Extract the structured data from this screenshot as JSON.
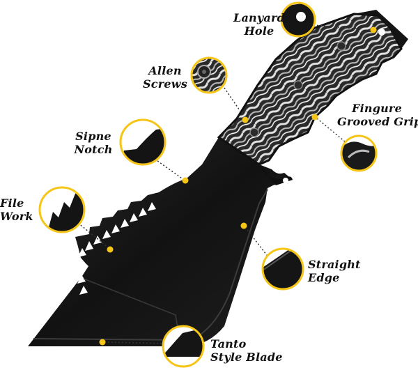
{
  "callouts": [
    {
      "id": "lanyard-hole",
      "lines": [
        "Lanyard",
        "Hole"
      ]
    },
    {
      "id": "allen-screws",
      "lines": [
        "Allen",
        "Screws"
      ]
    },
    {
      "id": "fingure-grooved-grip",
      "lines": [
        "Fingure",
        "Grooved Grip"
      ]
    },
    {
      "id": "sipne-notch",
      "lines": [
        "Sipne",
        "Notch"
      ]
    },
    {
      "id": "file-work",
      "lines": [
        "File",
        "Work"
      ]
    },
    {
      "id": "straight-edge",
      "lines": [
        "Straight",
        "Edge"
      ]
    },
    {
      "id": "tanto-style-blade",
      "lines": [
        "Tanto",
        "Style Blade"
      ]
    }
  ],
  "colors": {
    "accent": "#f5c518",
    "blade": "#141414",
    "handle_dark": "#1c1c1c",
    "handle_light": "#d9d9d9",
    "leader_dots": "#333333"
  }
}
